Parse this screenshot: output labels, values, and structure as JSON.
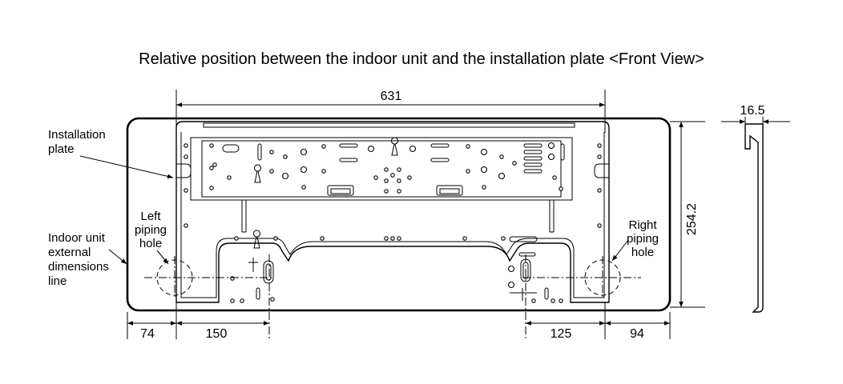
{
  "title": "Relative position between the indoor unit and the installation plate <Front View>",
  "labels": {
    "installation_plate": [
      "Installation",
      "plate"
    ],
    "left_piping_hole": [
      "Left",
      "piping",
      "hole"
    ],
    "right_piping_hole": [
      "Right",
      "piping",
      "hole"
    ],
    "indoor_unit_line": [
      "Indoor unit",
      "external",
      "dimensions",
      "line"
    ]
  },
  "dimensions": {
    "plate_width": "631",
    "unit_height": "254.2",
    "depth": "16.5",
    "left_edge_to_hole": "74",
    "left_hole_to_plate": "150",
    "plate_to_right_hole": "125",
    "right_hole_to_edge": "94"
  }
}
